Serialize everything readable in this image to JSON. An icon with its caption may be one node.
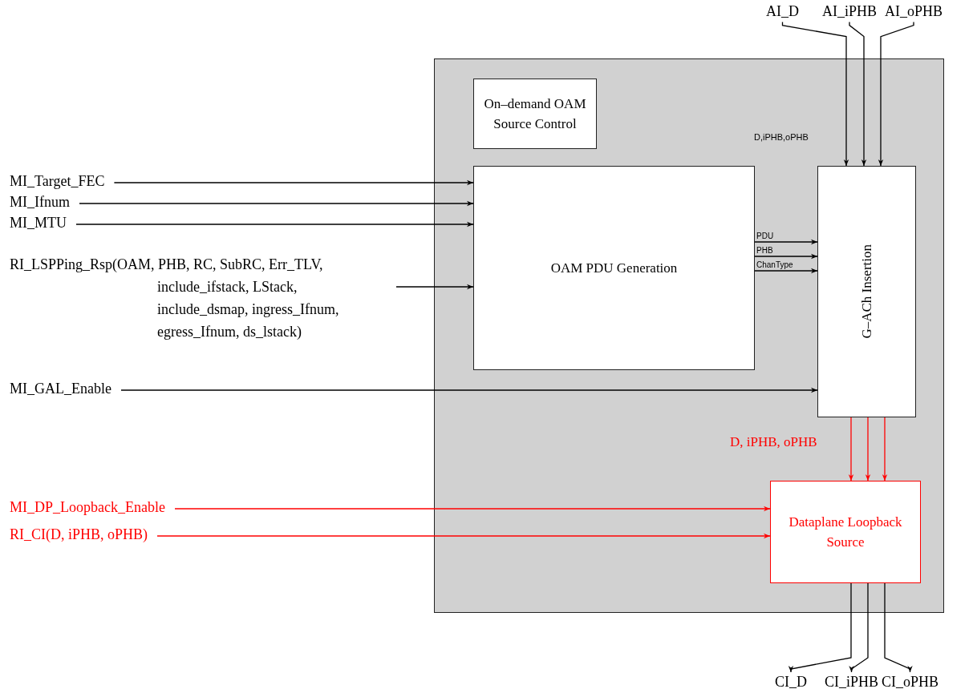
{
  "diagram": {
    "nodes": [
      {
        "text": [],
        "shape": "box"
      },
      {
        "text": [
          "On–demand OAM Source Control"
        ],
        "in": 0
      },
      {
        "text": [
          "OAM PDU Generation"
        ],
        "in": 0
      },
      {
        "text": [
          "G–ACh Insertion"
        ],
        "in": 0
      },
      {
        "text": [
          "Dataplane Loopback Source"
        ],
        "in": 0
      },
      {
        "text": [
          "AI_D"
        ]
      },
      {
        "text": [
          "AI_iPHB"
        ]
      },
      {
        "text": [
          "AI_oPHB"
        ]
      },
      {
        "text": [
          "MI_Target_FEC"
        ]
      },
      {
        "text": [
          "MI_Ifnum"
        ]
      },
      {
        "text": [
          "MI_MTU"
        ]
      },
      {
        "text": [
          "RI_LSPPing_Rsp(OAM, PHB, RC, SubRC, Err_TLV, include_ifstack, LStack, include_dsmap, ingress_Ifnum, egress_Ifnum, ds_lstack)"
        ]
      },
      {
        "text": [
          "MI_GAL_Enable"
        ]
      },
      {
        "text": [
          "MI_DP_Loopback_Enable"
        ]
      },
      {
        "text": [
          "RI_CI(D, iPHB, oPHB)"
        ]
      },
      {
        "text": [
          "CI_D"
        ]
      },
      {
        "text": [
          "CI_iPHB"
        ]
      },
      {
        "text": [
          "CI_oPHB"
        ]
      }
    ],
    "edges": [
      {
        "from": 5,
        "to": 3,
        "arrow": "to"
      },
      {
        "from": 6,
        "to": 3,
        "arrow": "to"
      },
      {
        "from": 7,
        "to": 3,
        "arrow": "to"
      },
      {
        "from": 8,
        "to": 2,
        "arrow": "to"
      },
      {
        "from": 9,
        "to": 2,
        "arrow": "to"
      },
      {
        "from": 10,
        "to": 2,
        "arrow": "to"
      },
      {
        "from": 11,
        "to": 2,
        "arrow": "to"
      },
      {
        "from": 2,
        "to": 3,
        "arrow": "to",
        "label": "PDU"
      },
      {
        "from": 2,
        "to": 3,
        "arrow": "to",
        "label": "PHB"
      },
      {
        "from": 2,
        "to": 3,
        "arrow": "to",
        "label": "ChanType"
      },
      {
        "from": 12,
        "to": 3,
        "arrow": "to"
      },
      {
        "from": 3,
        "to": 4,
        "arrow": "to",
        "color": "#ff0000"
      },
      {
        "from": 3,
        "to": 4,
        "arrow": "to",
        "color": "#ff0000"
      },
      {
        "from": 3,
        "to": 4,
        "arrow": "to",
        "color": "#ff0000"
      },
      {
        "from": 13,
        "to": 4,
        "arrow": "to",
        "color": "#ff0000"
      },
      {
        "from": 14,
        "to": 4,
        "arrow": "to",
        "color": "#ff0000"
      },
      {
        "from": 4,
        "to": 15,
        "arrow": "to"
      },
      {
        "from": 4,
        "to": 16,
        "arrow": "to"
      },
      {
        "from": 4,
        "to": 17,
        "arrow": "to"
      }
    ],
    "labels": [
      "D,iPHB,oPHB",
      "D, iPHB, oPHB"
    ]
  }
}
